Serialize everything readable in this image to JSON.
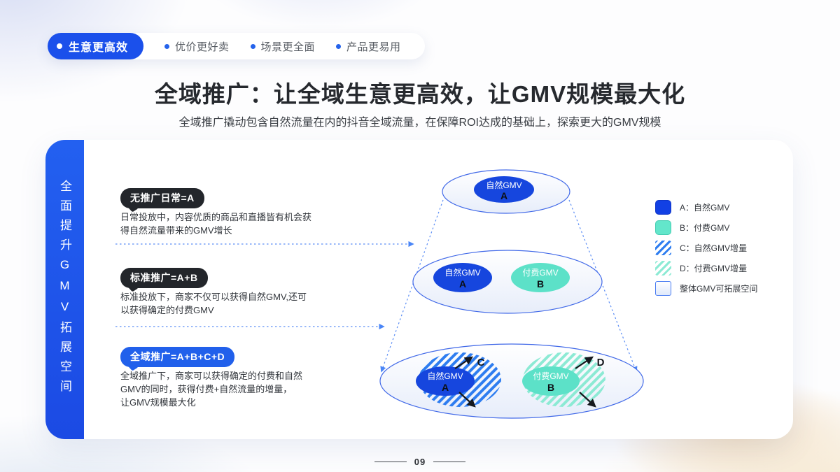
{
  "colors": {
    "primary_blue": "#1B50EB",
    "deep_blue": "#1646DE",
    "teal": "#5CE1C8",
    "badge_dark": "#23262B",
    "hatch_blue": "#2E7DF0",
    "hatch_teal": "#8CEAD4"
  },
  "nav": {
    "active": {
      "label": "生意更高效"
    },
    "items": [
      {
        "label": "优价更好卖"
      },
      {
        "label": "场景更全面"
      },
      {
        "label": "产品更易用"
      }
    ]
  },
  "header": {
    "title": "全域推广：让全域生意更高效，让GMV规模最大化",
    "subtitle": "全域推广撬动包含自然流量在内的抖音全域流量，在保障ROI达成的基础上，探索更大的GMV规模"
  },
  "side_rail": {
    "vertical_text": "全面提升GMV拓展空间"
  },
  "sections": [
    {
      "badge": "无推广日常=A",
      "desc": "日常投放中，内容优质的商品和直播皆有机会获\n得自然流量带来的GMV增长"
    },
    {
      "badge": "标准推广=A+B",
      "desc": "标准投放下，商家不仅可以获得自然GMV,还可\n以获得确定的付费GMV"
    },
    {
      "badge": "全域推广=A+B+C+D",
      "desc": "全域推广下，商家可以获得确定的付费和自然\nGMV的同时，获得付费+自然流量的增量，\n让GMV规模最大化"
    }
  ],
  "funnel": {
    "l1": {
      "label": "自然GMV",
      "letter": "A"
    },
    "l2a": {
      "label": "自然GMV",
      "letter": "A"
    },
    "l2b": {
      "label": "付费GMV",
      "letter": "B"
    },
    "l3a": {
      "label": "自然GMV",
      "letter": "A"
    },
    "l3b": {
      "label": "付费GMV",
      "letter": "B"
    },
    "inc_c": "C",
    "inc_d": "D"
  },
  "legend": {
    "items": [
      {
        "swatch": "blue-solid",
        "label": "A：自然GMV"
      },
      {
        "swatch": "teal-solid",
        "label": "B：付费GMV"
      },
      {
        "swatch": "blue-hatch",
        "label": "C：自然GMV增量"
      },
      {
        "swatch": "teal-hatch",
        "label": "D：付费GMV增量"
      },
      {
        "swatch": "gradient",
        "label": "整体GMV可拓展空间"
      }
    ]
  },
  "footer": {
    "page": "09"
  }
}
